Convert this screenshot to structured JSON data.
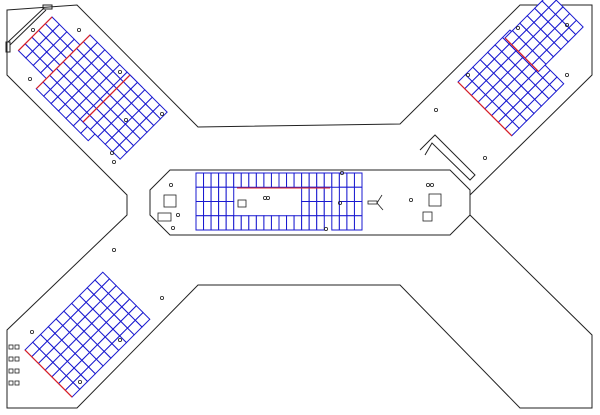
{
  "colors": {
    "outline": "#222222",
    "panel_stroke": "#1a1ad0",
    "panel_fill": "#ffffff",
    "edge_marker": "#e02020",
    "background": "#ffffff"
  },
  "arrays": {
    "top_left": [
      {
        "cols": 4,
        "rows": 5
      },
      {
        "cols": 7,
        "rows": 8
      },
      {
        "cols": 5,
        "rows": 7
      }
    ],
    "top_right": [
      {
        "cols": 7,
        "rows": 8
      },
      {
        "cols": 6,
        "rows": 5
      }
    ],
    "bottom_left": [
      {
        "cols": 10,
        "rows": 7
      }
    ],
    "center": {
      "cols": 22,
      "rows": 4
    }
  }
}
